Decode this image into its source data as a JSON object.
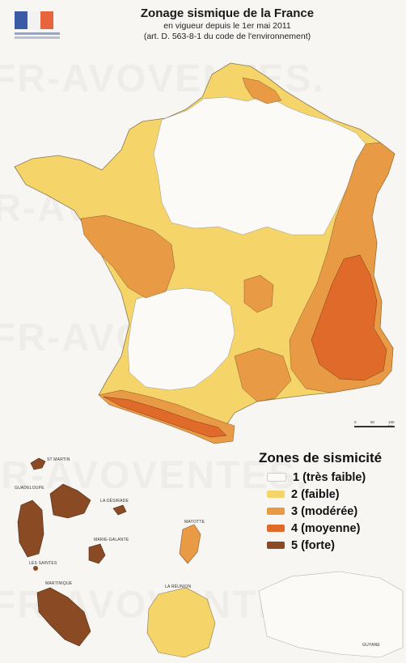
{
  "header": {
    "title": "Zonage sismique de la France",
    "subtitle1": "en vigueur depuis le 1er mai 2011",
    "subtitle2": "(art. D. 563-8-1 du code de l'environnement)"
  },
  "legend": {
    "title": "Zones de sismicité",
    "items": [
      {
        "label": "1 (très faible)",
        "color": "#fbfaf6"
      },
      {
        "label": "2 (faible)",
        "color": "#f5d46a"
      },
      {
        "label": "3 (modérée)",
        "color": "#e89a45"
      },
      {
        "label": "4 (moyenne)",
        "color": "#e06a2a"
      },
      {
        "label": "5 (forte)",
        "color": "#8a4a24"
      }
    ]
  },
  "territories": {
    "saint_martin": "ST MARTIN",
    "guadeloupe": "GUADELOUPE",
    "la_desirade": "LA DÉSIRADE",
    "marie_galante": "MARIE-GALANTE",
    "les_saintes": "LES SAINTES",
    "martinique": "MARTINIQUE",
    "mayotte": "MAYOTTE",
    "la_reunion": "LA RÉUNION",
    "guyane": "GUYANE"
  },
  "scale": {
    "start": "0",
    "mid": "50",
    "end": "100 km"
  },
  "watermark": "FR-AVOVENTES."
}
